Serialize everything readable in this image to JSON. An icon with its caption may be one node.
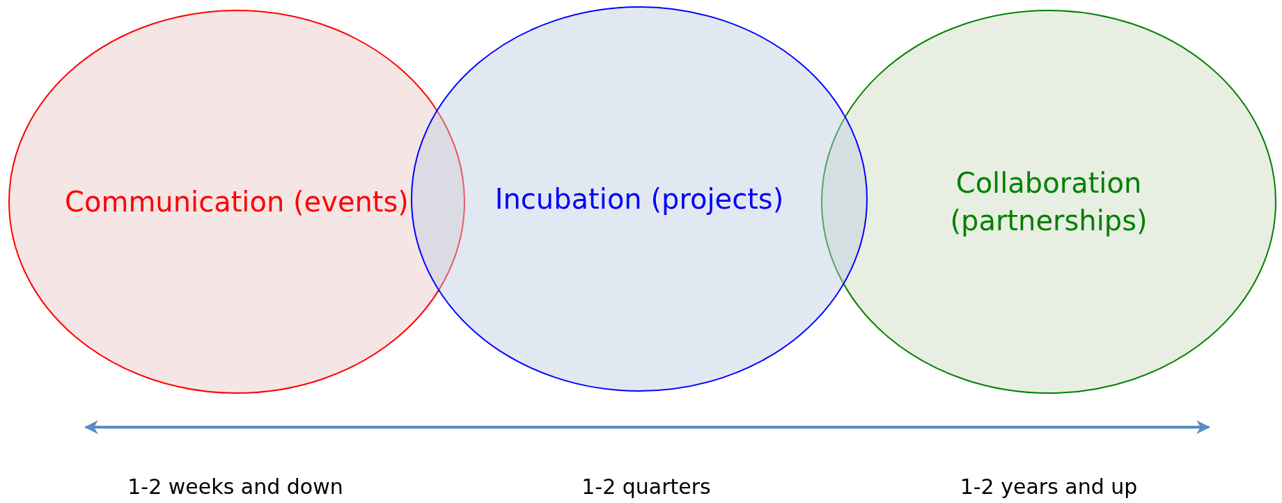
{
  "diagram": {
    "nodes": [
      {
        "text": [
          "Communication (events)"
        ]
      },
      {
        "text": [
          "Incubation (projects)"
        ]
      },
      {
        "text": [
          "Collaboration (partnerships)"
        ]
      }
    ],
    "labels": [
      "1-2 weeks and down",
      "1-2 quarters",
      "1-2 years and up"
    ]
  }
}
